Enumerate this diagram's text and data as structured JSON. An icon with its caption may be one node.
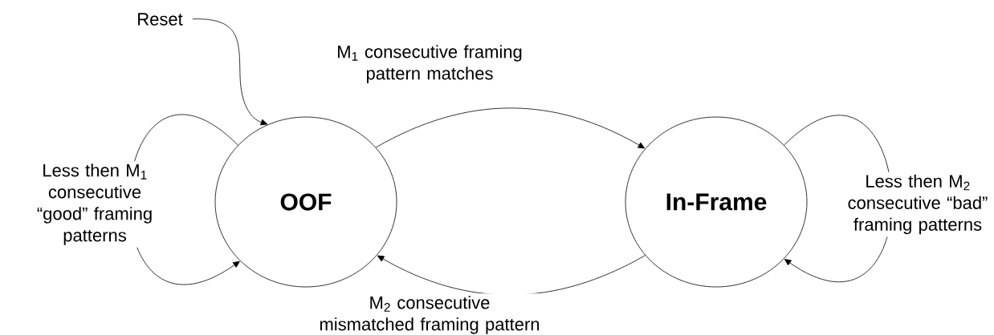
{
  "diagram": {
    "nodes": [
      {
        "text": [
          "OOF"
        ]
      },
      {
        "text": [
          "In-Frame"
        ]
      },
      {
        "text": [
          "Reset"
        ]
      }
    ],
    "edges": [
      {
        "from": 2,
        "to": 0,
        "arrow": "to"
      },
      {
        "from": 0,
        "to": 1,
        "arrow": "to",
        "label": "M$_{1}$ consecutive framing pattern matches"
      },
      {
        "from": 1,
        "to": 0,
        "arrow": "to",
        "label": "M$_{2}$ consecutive mismatched framing pattern"
      },
      {
        "from": 0,
        "to": 0,
        "arrow": "to",
        "label": "Less then M$_{1}$ consecutive “good” framing patterns"
      },
      {
        "from": 1,
        "to": 1,
        "arrow": "to",
        "label": "Less then M$_{2}$ consecutive “bad” framing patterns"
      }
    ]
  }
}
